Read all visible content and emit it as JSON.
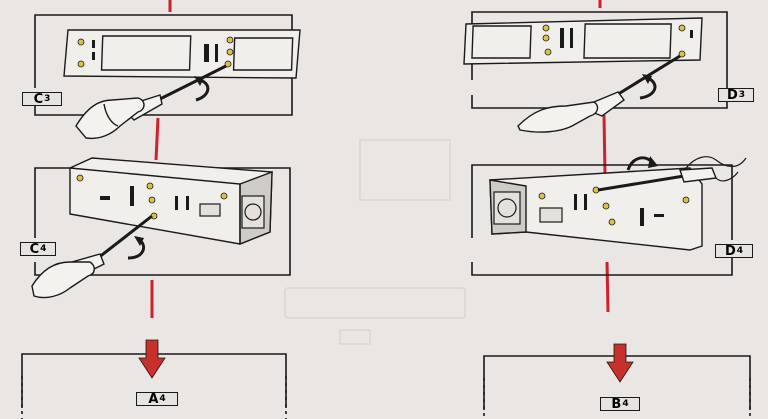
{
  "steps": {
    "c3": {
      "letter": "C",
      "number": "3"
    },
    "d3": {
      "letter": "D",
      "number": "3"
    },
    "c4": {
      "letter": "C",
      "number": "4"
    },
    "d4": {
      "letter": "D",
      "number": "4"
    },
    "a4": {
      "letter": "A",
      "number": "4"
    },
    "b4": {
      "letter": "B",
      "number": "4"
    }
  },
  "colors": {
    "paper": "#e9e6e3",
    "ink": "#1a1a1a",
    "guide_red": "#d0202c",
    "arrow_red": "#c8302c",
    "screw_yellow": "#d9c24a",
    "plate": "#f1efec"
  },
  "icons": [
    "screwdriver-icon",
    "hand-icon",
    "rotate-arrow-icon",
    "down-arrow-icon",
    "screw-icon"
  ]
}
